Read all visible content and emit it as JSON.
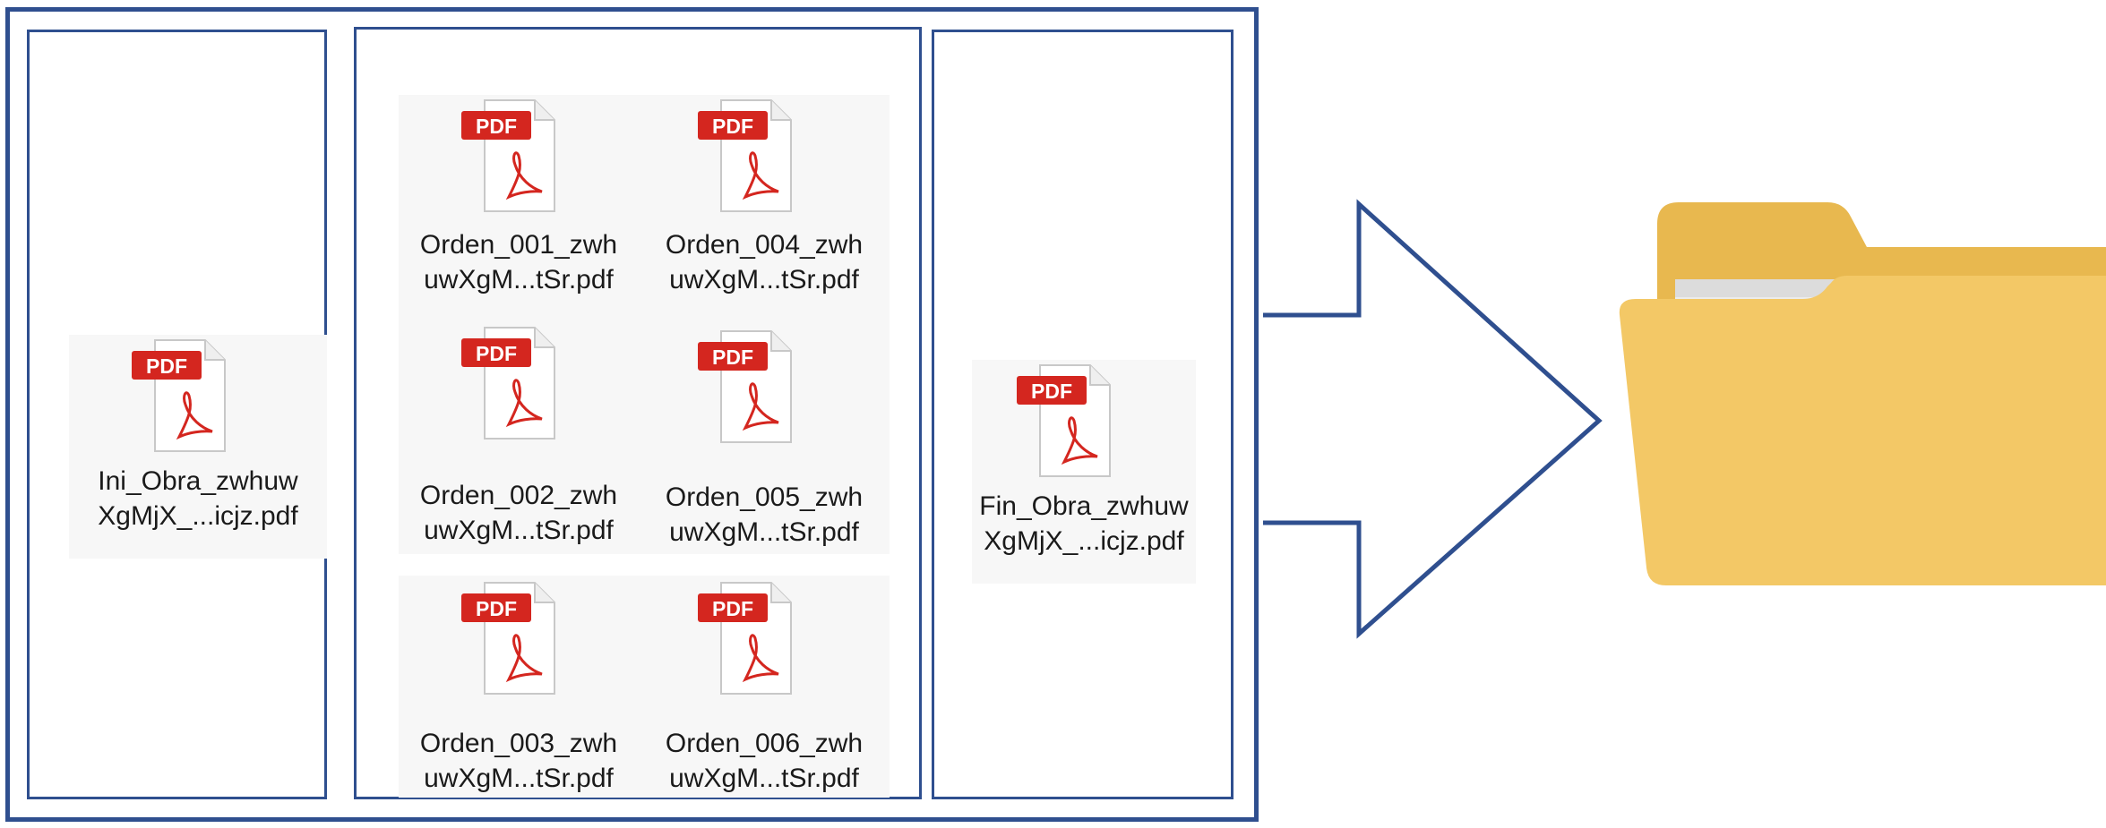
{
  "icon_names": {
    "file": "pdf-file-icon",
    "folder": "folder-icon",
    "arrow": "right-arrow-icon"
  },
  "colors": {
    "frame": "#2f4f8f",
    "pdf_badge": "#d4261f",
    "pdf_symbol": "#d4261f",
    "folder_back": "#e8b84f",
    "folder_front": "#f3c866",
    "folder_paper": "#ececec"
  },
  "badge_text": "PDF",
  "files": {
    "ini": "Ini_Obra_zwhuw\nXgMjX_...icjz.pdf",
    "orden_001": "Orden_001_zwh\nuwXgM...tSr.pdf",
    "orden_004": "Orden_004_zwh\nuwXgM...tSr.pdf",
    "orden_002": "Orden_002_zwh\nuwXgM...tSr.pdf",
    "orden_005": "Orden_005_zwh\nuwXgM...tSr.pdf",
    "orden_003": "Orden_003_zwh\nuwXgM...tSr.pdf",
    "orden_006": "Orden_006_zwh\nuwXgM...tSr.pdf",
    "fin": "Fin_Obra_zwhuw\nXgMjX_...icjz.pdf"
  }
}
